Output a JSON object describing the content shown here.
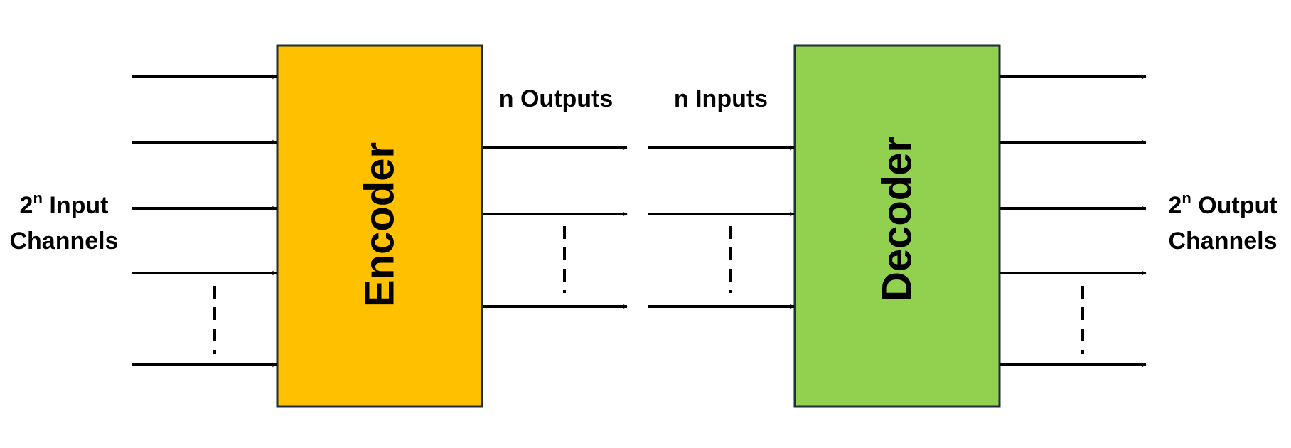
{
  "labels": {
    "input_side": {
      "base": "2",
      "exp": "n",
      "rest": " Input",
      "line2": "Channels"
    },
    "output_side": {
      "base": "2",
      "exp": "n",
      "rest": " Output",
      "line2": "Channels"
    },
    "encoder_outputs": "n Outputs",
    "decoder_inputs": "n Inputs"
  },
  "blocks": {
    "encoder": {
      "label": "Encoder",
      "fill": "#FFC000",
      "stroke": "#1F2D3D"
    },
    "decoder": {
      "label": "Decoder",
      "fill": "#92D050",
      "stroke": "#1F2D3D"
    }
  },
  "colors": {
    "line": "#000000"
  }
}
